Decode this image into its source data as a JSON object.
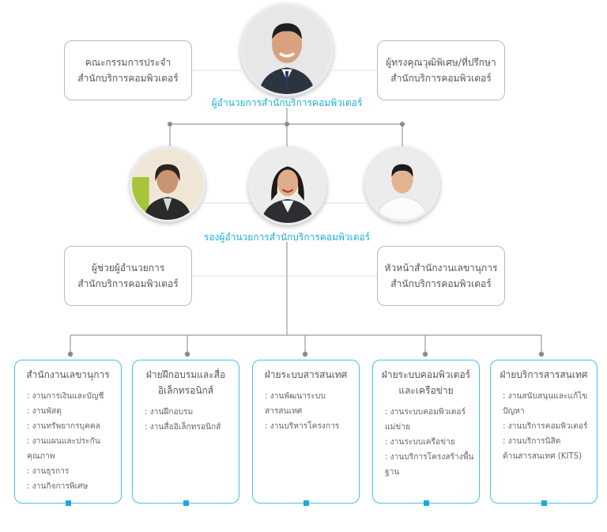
{
  "top": {
    "left_box": [
      "คณะกรรมการประจำ",
      "สำนักบริการคอมพิวเตอร์"
    ],
    "right_box": [
      "ผู้ทรงคุณวุฒิพิเศษ/ที่ปรึกษา",
      "สำนักบริการคอมพิวเตอร์"
    ],
    "director_caption": "ผู้อำนวยการสำนักบริการคอมพิวเตอร์"
  },
  "deputies": {
    "caption": "รองผู้อำนวยการสำนักบริการคอมพิวเตอร์"
  },
  "middle": {
    "left_box": [
      "ผู้ช่วยผู้อำนวยการ",
      "สำนักบริการคอมพิวเตอร์"
    ],
    "right_box": [
      "หัวหน้าสำนักงานเลขานุการ",
      "สำนักบริการคอมพิวเตอร์"
    ]
  },
  "departments": [
    {
      "title": [
        "สำนักงานเลขานุการ"
      ],
      "items": [
        ": งานการเงินและบัญชี",
        ": งานพัสดุ",
        ": งานทรัพยากรบุคคล",
        ": งานแผนและประกันคุณภาพ",
        ": งานธุรการ",
        ": งานกิจการพิเศษ"
      ]
    },
    {
      "title": [
        "ฝ่ายฝึกอบรมและสื่อ",
        "อิเล็กทรอนิกส์"
      ],
      "items": [
        ": งานฝึกอบรม",
        ": งานสื่ออิเล็กทรอนิกส์"
      ]
    },
    {
      "title": [
        "ฝ่ายระบบสารสนเทศ"
      ],
      "items": [
        ": งานพัฒนาระบบสารสนเทศ",
        ": งานบริหารโครงการ"
      ]
    },
    {
      "title": [
        "ฝ่ายระบบคอมพิวเตอร์",
        "และเครือข่าย"
      ],
      "items": [
        ": งานระบบคอมพิวเตอร์|แม่ข่าย",
        ": งานระบบเครือข่าย",
        ": งานบริการโครงสร้างพื้นฐาน"
      ]
    },
    {
      "title": [
        "ฝ่ายบริการสารสนเทศ"
      ],
      "items": [
        ": งานสนับสนุนและแก้ไข|ปัญหา",
        ": งานบริการคอมพิวเตอร์",
        ": งานบริการนิสิต|ด้านสารสนเทศ (KITS)"
      ]
    }
  ],
  "colors": {
    "accent": "#1ab0dd",
    "dept_border": "#49c0ea",
    "connector": "#9a9a9a",
    "dot": "#8c8c8c"
  }
}
